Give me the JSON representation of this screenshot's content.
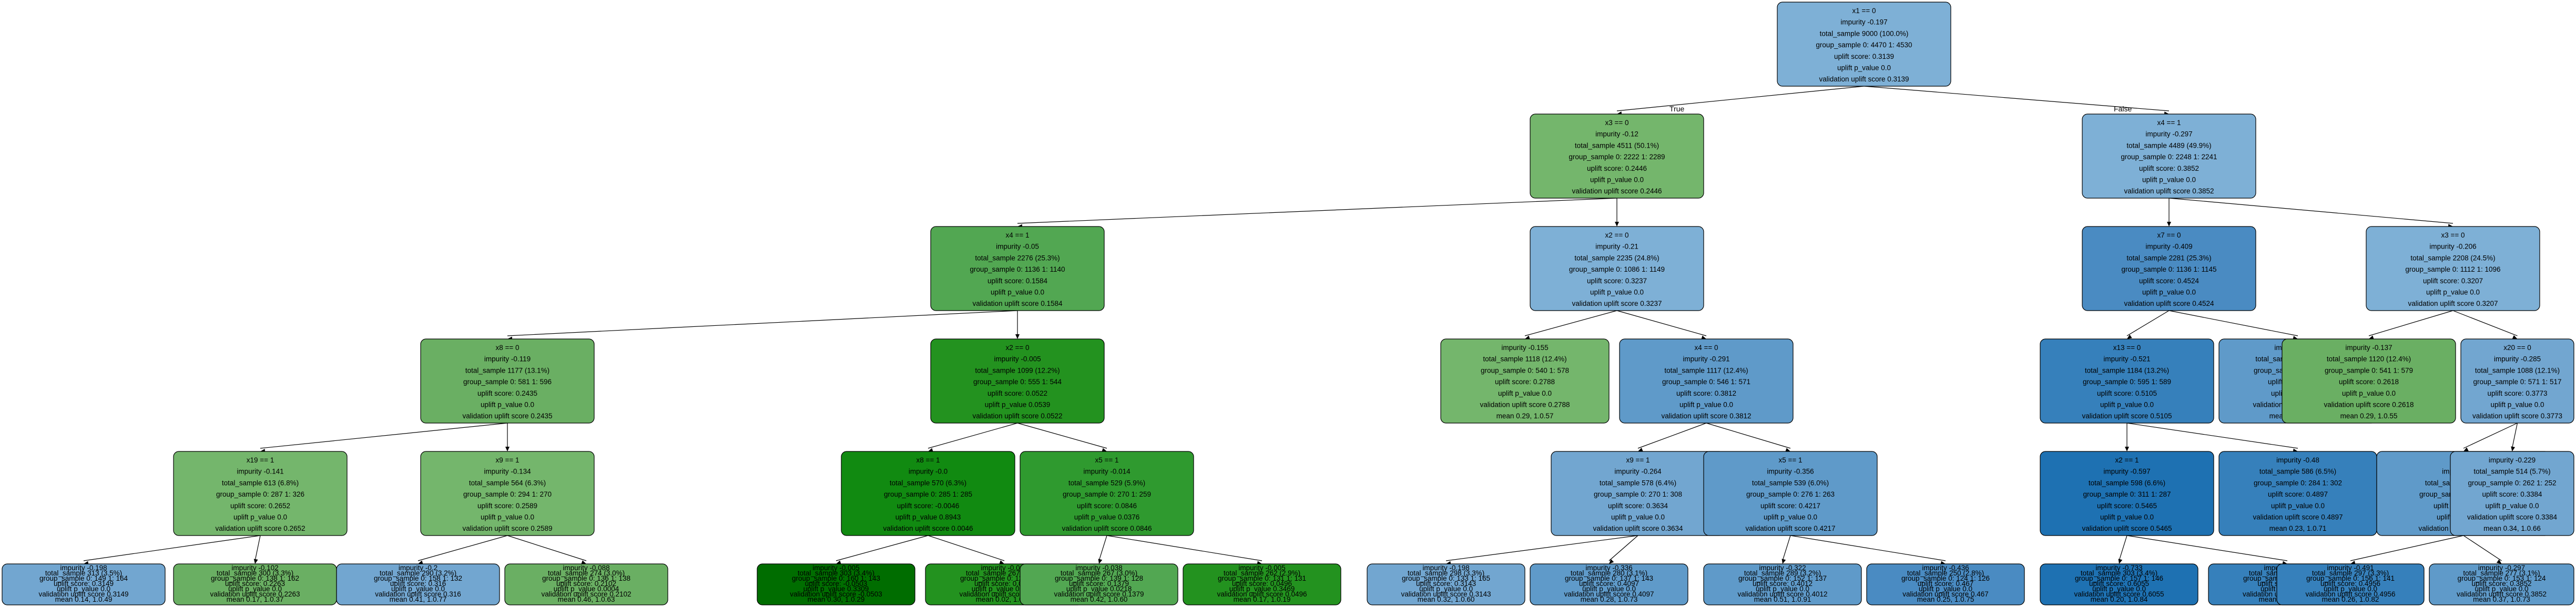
{
  "edge_labels": {
    "true_label": "True",
    "false_label": "False"
  },
  "colors": {
    "green_1": "#006d00",
    "green_2": "#118a11",
    "green_3": "#23921f",
    "green_4": "#2f9a2f",
    "green_5": "#52a752",
    "green_6": "#6aaf63",
    "green_7": "#74b66c",
    "blue_1": "#1e71b2",
    "blue_2": "#3680bb",
    "blue_3": "#4a8bc2",
    "blue_4": "#5f9ac9",
    "blue_5": "#72a6d0",
    "blue_6": "#7eb0d6"
  },
  "nodes": [
    {
      "id": "n0",
      "color": "#7eb0d6",
      "lines": [
        "x1 == 0",
        "impurity -0.197",
        "total_sample 9000 (100.0%)",
        "group_sample  0: 4470 1: 4530",
        "uplift score: 0.3139",
        "uplift p_value 0.0",
        "validation uplift score 0.3139"
      ]
    },
    {
      "id": "n1",
      "color": "#74b66c",
      "lines": [
        "x3 == 0",
        "impurity -0.12",
        "total_sample 4511 (50.1%)",
        "group_sample  0: 2222 1: 2289",
        "uplift score: 0.2446",
        "uplift p_value 0.0",
        "validation uplift score 0.2446"
      ]
    },
    {
      "id": "n2",
      "color": "#7eb0d6",
      "lines": [
        "x4 == 1",
        "impurity -0.297",
        "total_sample 4489 (49.9%)",
        "group_sample  0: 2248 1: 2241",
        "uplift score: 0.3852",
        "uplift p_value 0.0",
        "validation uplift score 0.3852"
      ]
    },
    {
      "id": "n3",
      "color": "#52a752",
      "lines": [
        "x4 == 1",
        "impurity -0.05",
        "total_sample 2276 (25.3%)",
        "group_sample  0: 1136 1: 1140",
        "uplift score: 0.1584",
        "uplift p_value 0.0",
        "validation uplift score 0.1584"
      ]
    },
    {
      "id": "n4",
      "color": "#7eb0d6",
      "lines": [
        "x2 == 0",
        "impurity -0.21",
        "total_sample 2235 (24.8%)",
        "group_sample  0: 1086 1: 1149",
        "uplift score: 0.3237",
        "uplift p_value 0.0",
        "validation uplift score 0.3237"
      ]
    },
    {
      "id": "n5",
      "color": "#4a8bc2",
      "lines": [
        "x7 == 0",
        "impurity -0.409",
        "total_sample 2281 (25.3%)",
        "group_sample  0: 1136 1: 1145",
        "uplift score: 0.4524",
        "uplift p_value 0.0",
        "validation uplift score 0.4524"
      ]
    },
    {
      "id": "n6",
      "color": "#7eb0d6",
      "lines": [
        "x3 == 0",
        "impurity -0.206",
        "total_sample 2208 (24.5%)",
        "group_sample  0: 1112 1: 1096",
        "uplift score: 0.3207",
        "uplift p_value 0.0",
        "validation uplift score 0.3207"
      ]
    },
    {
      "id": "n7",
      "color": "#6aaf63",
      "lines": [
        "x8 == 0",
        "impurity -0.119",
        "total_sample 1177 (13.1%)",
        "group_sample  0: 581 1: 596",
        "uplift score: 0.2435",
        "uplift p_value 0.0",
        "validation uplift score 0.2435"
      ]
    },
    {
      "id": "n8",
      "color": "#23921f",
      "lines": [
        "x2 == 0",
        "impurity -0.005",
        "total_sample 1099 (12.2%)",
        "group_sample  0: 555 1: 544",
        "uplift score: 0.0522",
        "uplift p_value 0.0539",
        "validation uplift score 0.0522"
      ]
    },
    {
      "id": "n9",
      "color": "#74b66c",
      "lines": [
        "impurity -0.155",
        "total_sample 1118 (12.4%)",
        "group_sample  0: 540 1: 578",
        "uplift score: 0.2788",
        "uplift p_value 0.0",
        "validation uplift score 0.2788",
        "mean 0.29, 1.0.57"
      ]
    },
    {
      "id": "n10",
      "color": "#5f9ac9",
      "lines": [
        "x4 == 0",
        "impurity -0.291",
        "total_sample 1117 (12.4%)",
        "group_sample  0: 546 1: 571",
        "uplift score: 0.3812",
        "uplift p_value 0.0",
        "validation uplift score 0.3812"
      ]
    },
    {
      "id": "n11",
      "color": "#3680bb",
      "lines": [
        "x13 == 0",
        "impurity -0.521",
        "total_sample 1184 (13.2%)",
        "group_sample  0: 595 1: 589",
        "uplift score: 0.5105",
        "uplift p_value 0.0",
        "validation uplift score 0.5105"
      ]
    },
    {
      "id": "n12",
      "color": "#5f9ac9",
      "lines": [
        "impurity -0.316",
        "total_sample 1097 (12.2%)",
        "group_sample  0: 541 1: 556",
        "uplift score: 0.3977",
        "uplift p_value 0.0",
        "validation uplift score 0.3977",
        "mean 0.51, 1.0.90"
      ]
    },
    {
      "id": "n13",
      "color": "#6aaf63",
      "lines": [
        "impurity -0.137",
        "total_sample 1120 (12.4%)",
        "group_sample  0: 541 1: 579",
        "uplift score: 0.2618",
        "uplift p_value 0.0",
        "validation uplift score 0.2618",
        "mean 0.29, 1.0.55"
      ]
    },
    {
      "id": "n14",
      "color": "#72a6d0",
      "lines": [
        "x20 == 0",
        "impurity -0.285",
        "total_sample 1088 (12.1%)",
        "group_sample  0: 571 1: 517",
        "uplift score: 0.3773",
        "uplift p_value 0.0",
        "validation uplift score 0.3773"
      ]
    },
    {
      "id": "n15",
      "color": "#74b66c",
      "lines": [
        "x19 == 1",
        "impurity -0.141",
        "total_sample 613 (6.8%)",
        "group_sample  0: 287 1: 326",
        "uplift score: 0.2652",
        "uplift p_value 0.0",
        "validation uplift score 0.2652"
      ]
    },
    {
      "id": "n16",
      "color": "#74b66c",
      "lines": [
        "x9 == 1",
        "impurity -0.134",
        "total_sample 564 (6.3%)",
        "group_sample  0: 294 1: 270",
        "uplift score: 0.2589",
        "uplift p_value 0.0",
        "validation uplift score 0.2589"
      ]
    },
    {
      "id": "n17",
      "color": "#118a11",
      "lines": [
        "x8 == 1",
        "impurity -0.0",
        "total_sample 570 (6.3%)",
        "group_sample  0: 285 1: 285",
        "uplift score: -0.0046",
        "uplift p_value 0.8943",
        "validation uplift score 0.0046"
      ]
    },
    {
      "id": "n18",
      "color": "#2f9a2f",
      "lines": [
        "x5 == 1",
        "impurity -0.014",
        "total_sample 529 (5.9%)",
        "group_sample  0: 270 1: 259",
        "uplift score: 0.0846",
        "uplift p_value 0.0376",
        "validation uplift score 0.0846"
      ]
    },
    {
      "id": "n19",
      "color": "#72a6d0",
      "lines": [
        "x9 == 1",
        "impurity -0.264",
        "total_sample 578 (6.4%)",
        "group_sample  0: 270 1: 308",
        "uplift score: 0.3634",
        "uplift p_value 0.0",
        "validation uplift score 0.3634"
      ]
    },
    {
      "id": "n20",
      "color": "#5f9ac9",
      "lines": [
        "x5 == 1",
        "impurity -0.356",
        "total_sample 539 (6.0%)",
        "group_sample  0: 276 1: 263",
        "uplift score: 0.4217",
        "uplift p_value 0.0",
        "validation uplift score 0.4217"
      ]
    },
    {
      "id": "n21",
      "color": "#1e71b2",
      "lines": [
        "x2 == 1",
        "impurity -0.597",
        "total_sample 598 (6.6%)",
        "group_sample  0: 311 1: 287",
        "uplift score: 0.5465",
        "uplift p_value 0.0",
        "validation uplift score 0.5465"
      ]
    },
    {
      "id": "n22",
      "color": "#3680bb",
      "lines": [
        "impurity -0.48",
        "total_sample 586 (6.5%)",
        "group_sample  0: 284 1: 302",
        "uplift score: 0.4897",
        "uplift p_value 0.0",
        "validation uplift score 0.4897",
        "mean 0.23, 1.0.71"
      ]
    },
    {
      "id": "n23",
      "color": "#5f9ac9",
      "lines": [
        "x11 == 0",
        "impurity -0.37",
        "total_sample 574 (6.4%)",
        "group_sample  0: 309 1: 265",
        "uplift score: 0.4302",
        "uplift p_value 0.0",
        "validation uplift score 0.4302"
      ]
    },
    {
      "id": "n24",
      "color": "#72a6d0",
      "lines": [
        "impurity -0.229",
        "total_sample 514 (5.7%)",
        "group_sample  0: 262 1: 252",
        "uplift score: 0.3384",
        "uplift p_value 0.0",
        "validation uplift score 0.3384",
        "mean 0.34, 1.0.66"
      ]
    },
    {
      "id": "n25",
      "color": "#72a6d0",
      "lines": [
        "impurity -0.198",
        "total_sample 313 (3.5%)",
        "group_sample  0: 149 1: 164",
        "uplift score: 0.3149",
        "uplift p_value 0.0",
        "validation uplift score 0.3149",
        "mean 0.14, 1.0.49"
      ]
    },
    {
      "id": "n26",
      "color": "#6aaf63",
      "lines": [
        "impurity -0.102",
        "total_sample 300 (3.3%)",
        "group_sample  0: 138 1: 162",
        "uplift score: 0.2263",
        "uplift p_value 0.0",
        "validation uplift score 0.2263",
        "mean 0.17, 1.0.37"
      ]
    },
    {
      "id": "n27",
      "color": "#72a6d0",
      "lines": [
        "impurity -0.2",
        "total_sample 290 (3.2%)",
        "group_sample  0: 158 1: 132",
        "uplift score: 0.316",
        "uplift p_value 0.0",
        "validation uplift score 0.316",
        "mean 0.41, 1.0.77"
      ]
    },
    {
      "id": "n28",
      "color": "#6aaf63",
      "lines": [
        "impurity -0.088",
        "total_sample 274 (3.0%)",
        "group_sample  0: 136 1: 138",
        "uplift score: 0.2102",
        "uplift p_value 0.0004",
        "validation uplift score 0.2102",
        "mean 0.46, 1.0.63"
      ]
    },
    {
      "id": "n29",
      "color": "#006d00",
      "lines": [
        "impurity -0.005",
        "total_sample 303 (3.4%)",
        "group_sample  0: 160 1: 143",
        "uplift score: -0.0503",
        "uplift p_value 0.3309",
        "validation uplift score -0.0503",
        "mean 0.30, 1.0.29"
      ]
    },
    {
      "id": "n30",
      "color": "#23921f",
      "lines": [
        "impurity -0.002",
        "total_sample 267 (3.0%)",
        "group_sample  0: 125 1: 142",
        "uplift score: 0.0319",
        "uplift p_value 0.4278",
        "validation uplift score 0.0319",
        "mean 0.02, 1.0.08"
      ]
    },
    {
      "id": "n31",
      "color": "#52a752",
      "lines": [
        "impurity -0.038",
        "total_sample 267 (3.0%)",
        "group_sample  0: 139 1: 128",
        "uplift score: 0.1379",
        "uplift p_value 0.0218",
        "validation uplift score 0.1379",
        "mean 0.42, 1.0.60"
      ]
    },
    {
      "id": "n32",
      "color": "#23921f",
      "lines": [
        "impurity -0.005",
        "total_sample 262 (2.9%)",
        "group_sample  0: 131 1: 131",
        "uplift score: 0.0496",
        "uplift p_value 0.3469",
        "validation uplift score 0.0496",
        "mean 0.17, 1.0.19"
      ]
    },
    {
      "id": "n33",
      "color": "#72a6d0",
      "lines": [
        "impurity -0.198",
        "total_sample 298 (3.3%)",
        "group_sample  0: 133 1: 165",
        "uplift score: 0.3143",
        "uplift p_value 0.0",
        "validation uplift score 0.3143",
        "mean 0.32, 1.0.60"
      ]
    },
    {
      "id": "n34",
      "color": "#5f9ac9",
      "lines": [
        "impurity -0.336",
        "total_sample 280 (3.1%)",
        "group_sample  0: 137 1: 143",
        "uplift score: 0.4097",
        "uplift p_value 0.0",
        "validation uplift score 0.4097",
        "mean 0.28, 1.0.73"
      ]
    },
    {
      "id": "n35",
      "color": "#5f9ac9",
      "lines": [
        "impurity -0.322",
        "total_sample 289 (3.2%)",
        "group_sample  0: 152 1: 137",
        "uplift score: 0.4012",
        "uplift p_value 0.0",
        "validation uplift score 0.4012",
        "mean 0.51, 1.0.91"
      ]
    },
    {
      "id": "n36",
      "color": "#4a8bc2",
      "lines": [
        "impurity -0.436",
        "total_sample 250 (2.8%)",
        "group_sample  0: 124 1: 126",
        "uplift score: 0.467",
        "uplift p_value 0.0",
        "validation uplift score 0.467",
        "mean 0.25, 1.0.75"
      ]
    },
    {
      "id": "n37",
      "color": "#1e71b2",
      "lines": [
        "impurity -0.733",
        "total_sample 303 (3.4%)",
        "group_sample  0: 157 1: 146",
        "uplift score: 0.6055",
        "uplift p_value 0.0",
        "validation uplift score 0.6055",
        "mean 0.20, 1.0.84"
      ]
    },
    {
      "id": "n38",
      "color": "#3680bb",
      "lines": [
        "impurity -0.502",
        "total_sample 295 (3.3%)",
        "group_sample  0: 154 1: 141",
        "uplift score: 0.5011",
        "uplift p_value 0.0",
        "validation uplift score 0.5011",
        "mean 0.25, 1.0.72"
      ]
    },
    {
      "id": "n39",
      "color": "#3680bb",
      "lines": [
        "impurity -0.491",
        "total_sample 297 (3.3%)",
        "group_sample  0: 156 1: 141",
        "uplift score: 0.4956",
        "uplift p_value 0.0",
        "validation uplift score 0.4956",
        "mean 0.26, 1.0.82"
      ]
    },
    {
      "id": "n40",
      "color": "#5f9ac9",
      "lines": [
        "impurity -0.297",
        "total_sample 277 (3.1%)",
        "group_sample  0: 153 1: 124",
        "uplift score: 0.3852",
        "uplift p_value 0.0",
        "validation uplift score 0.3852",
        "mean 0.37, 1.0.73"
      ]
    }
  ],
  "edges": [
    [
      "n0",
      "n1",
      "true"
    ],
    [
      "n0",
      "n2",
      "false"
    ],
    [
      "n1",
      "n3",
      ""
    ],
    [
      "n1",
      "n4",
      ""
    ],
    [
      "n2",
      "n5",
      ""
    ],
    [
      "n2",
      "n6",
      ""
    ],
    [
      "n3",
      "n7",
      ""
    ],
    [
      "n3",
      "n8",
      ""
    ],
    [
      "n4",
      "n9",
      ""
    ],
    [
      "n4",
      "n10",
      ""
    ],
    [
      "n5",
      "n11",
      ""
    ],
    [
      "n5",
      "n12",
      ""
    ],
    [
      "n6",
      "n13",
      ""
    ],
    [
      "n6",
      "n14",
      ""
    ],
    [
      "n7",
      "n15",
      ""
    ],
    [
      "n7",
      "n16",
      ""
    ],
    [
      "n8",
      "n17",
      ""
    ],
    [
      "n8",
      "n18",
      ""
    ],
    [
      "n10",
      "n19",
      ""
    ],
    [
      "n10",
      "n20",
      ""
    ],
    [
      "n11",
      "n21",
      ""
    ],
    [
      "n11",
      "n22",
      ""
    ],
    [
      "n14",
      "n23",
      ""
    ],
    [
      "n14",
      "n24",
      ""
    ],
    [
      "n15",
      "n25",
      ""
    ],
    [
      "n15",
      "n26",
      ""
    ],
    [
      "n16",
      "n27",
      ""
    ],
    [
      "n16",
      "n28",
      ""
    ],
    [
      "n17",
      "n29",
      ""
    ],
    [
      "n17",
      "n30",
      ""
    ],
    [
      "n18",
      "n31",
      ""
    ],
    [
      "n18",
      "n32",
      ""
    ],
    [
      "n19",
      "n33",
      ""
    ],
    [
      "n19",
      "n34",
      ""
    ],
    [
      "n20",
      "n35",
      ""
    ],
    [
      "n20",
      "n36",
      ""
    ],
    [
      "n21",
      "n37",
      ""
    ],
    [
      "n21",
      "n38",
      ""
    ],
    [
      "n23",
      "n39",
      ""
    ],
    [
      "n23",
      "n40",
      ""
    ]
  ]
}
